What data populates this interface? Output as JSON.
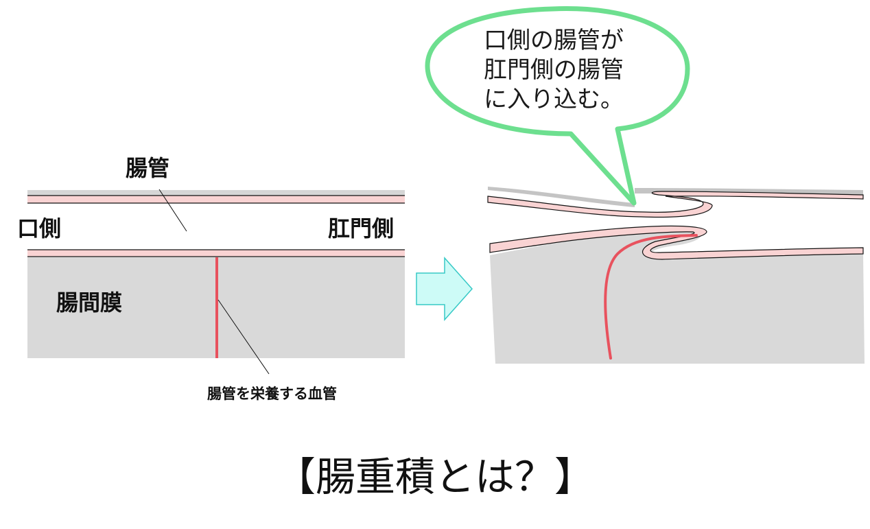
{
  "labels": {
    "intestine": "腸管",
    "oral_side": "口側",
    "anal_side": "肛門側",
    "mesentery": "腸間膜",
    "vessel": "腸管を栄養する血管"
  },
  "bubble": {
    "line1": "口側の腸管が",
    "line2": "肛門側の腸管",
    "line3": "に入り込む。"
  },
  "title": "【腸重積とは？】",
  "colors": {
    "mesentery_gray": "#d9d9d9",
    "wall_pink": "#f9d3d3",
    "vessel_red": "#e8525e",
    "bubble_border": "#6ddf8f",
    "arrow_fill": "#cdfbf7",
    "arrow_stroke": "#36c9c6"
  }
}
